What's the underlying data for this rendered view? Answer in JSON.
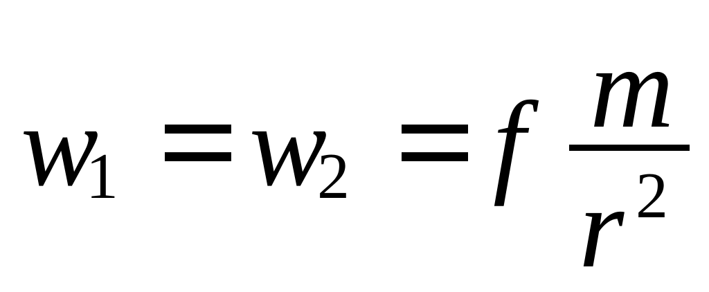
{
  "equation": {
    "lhs_var": "w",
    "lhs_sub": "1",
    "mid_var": "w",
    "mid_sub": "2",
    "coef_var": "f",
    "numerator": "m",
    "denominator_var": "r",
    "denominator_exp": "2"
  }
}
